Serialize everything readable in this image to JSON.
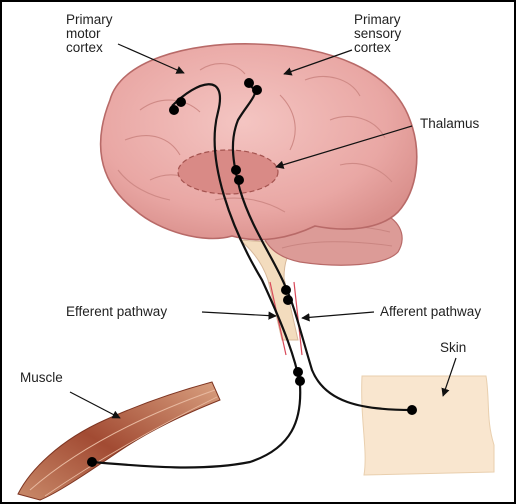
{
  "labels": {
    "primary_motor_cortex": [
      "Primary",
      "motor",
      "cortex"
    ],
    "primary_sensory_cortex": [
      "Primary",
      "sensory",
      "cortex"
    ],
    "thalamus": "Thalamus",
    "efferent_pathway": "Efferent pathway",
    "afferent_pathway": "Afferent pathway",
    "skin": "Skin",
    "muscle": "Muscle"
  },
  "colors": {
    "brain": "#e9a7a4",
    "brain_outline": "#b86a68",
    "thalamus": "#d98a86",
    "cerebellum": "#dc9b97",
    "spinal_cord": "#f3dcbe",
    "skin": "#f9e6cf",
    "muscle": "#a24b33",
    "pathway": "#111111",
    "border": "#000000"
  }
}
